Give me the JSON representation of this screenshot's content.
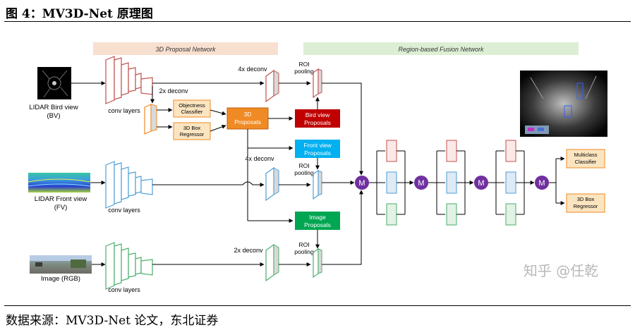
{
  "title": "图 4：MV3D-Net 原理图",
  "source": "数据来源：MV3D-Net 论文，东北证券",
  "watermark": "知乎 @任乾",
  "banners": {
    "proposal": "3D Proposal Network",
    "fusion": "Region-based Fusion Network"
  },
  "inputs": {
    "bv": [
      "LIDAR Bird view",
      "(BV)"
    ],
    "fv": [
      "LIDAR Front view",
      "(FV)"
    ],
    "rgb": [
      "Image (RGB)"
    ]
  },
  "labels": {
    "conv_layers": "conv layers",
    "deconv2x": "2x deconv",
    "deconv4x": "4x deconv",
    "roi_pooling": [
      "ROI",
      "pooling"
    ],
    "objectness": [
      "Objectness",
      "Classifier"
    ],
    "box_regressor": [
      "3D Box",
      "Regressor"
    ],
    "proposals_3d": [
      "3D",
      "Proposals"
    ],
    "bird_proposals": [
      "Bird view",
      "Proposals"
    ],
    "front_proposals": [
      "Front view",
      "Proposals"
    ],
    "image_proposals": [
      "Image",
      "Proposals"
    ],
    "merge": "M",
    "multiclass": [
      "Multiclass",
      "Classifier"
    ],
    "final_regressor": [
      "3D Box",
      "Regressor"
    ]
  },
  "colors": {
    "bv": "#c0504d",
    "fv": "#4f9fd6",
    "rgb": "#4aae6b",
    "proposal_banner": "#f8e0d0",
    "fusion_banner": "#dcefd4",
    "orange": "#f08a24",
    "red": "#c00000",
    "cyan": "#00b0f0",
    "green": "#00a651",
    "merge": "#7030a0",
    "tan": "#fbe5c0"
  }
}
